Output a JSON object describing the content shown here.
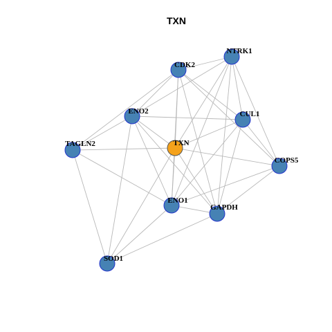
{
  "title": "TXN",
  "colors": {
    "hub_node": "#f5a21b",
    "node": "#4682b4",
    "node_border": "#2233cc",
    "edge": "#b8b8b8"
  },
  "nodes": [
    {
      "id": "TXN",
      "label": "TXN",
      "hub": true
    },
    {
      "id": "CDK2",
      "label": "CDK2"
    },
    {
      "id": "NTRK1",
      "label": "NTRK1"
    },
    {
      "id": "ENO2",
      "label": "ENO2"
    },
    {
      "id": "CUL1",
      "label": "CUL1"
    },
    {
      "id": "TAGLN2",
      "label": "TAGLN2"
    },
    {
      "id": "COPS5",
      "label": "COPS5"
    },
    {
      "id": "ENO1",
      "label": "ENO1"
    },
    {
      "id": "GAPDH",
      "label": "GAPDH"
    },
    {
      "id": "SOD1",
      "label": "SOD1"
    }
  ],
  "edges": [
    [
      "TXN",
      "CDK2"
    ],
    [
      "TXN",
      "NTRK1"
    ],
    [
      "TXN",
      "ENO2"
    ],
    [
      "TXN",
      "CUL1"
    ],
    [
      "TXN",
      "TAGLN2"
    ],
    [
      "TXN",
      "COPS5"
    ],
    [
      "TXN",
      "ENO1"
    ],
    [
      "TXN",
      "GAPDH"
    ],
    [
      "TXN",
      "SOD1"
    ],
    [
      "CDK2",
      "NTRK1"
    ],
    [
      "CDK2",
      "ENO2"
    ],
    [
      "CDK2",
      "CUL1"
    ],
    [
      "CDK2",
      "ENO1"
    ],
    [
      "CDK2",
      "GAPDH"
    ],
    [
      "CDK2",
      "TAGLN2"
    ],
    [
      "CDK2",
      "COPS5"
    ],
    [
      "NTRK1",
      "ENO2"
    ],
    [
      "NTRK1",
      "CUL1"
    ],
    [
      "NTRK1",
      "COPS5"
    ],
    [
      "NTRK1",
      "ENO1"
    ],
    [
      "NTRK1",
      "GAPDH"
    ],
    [
      "ENO2",
      "TAGLN2"
    ],
    [
      "ENO2",
      "CUL1"
    ],
    [
      "ENO2",
      "ENO1"
    ],
    [
      "ENO2",
      "GAPDH"
    ],
    [
      "ENO2",
      "SOD1"
    ],
    [
      "CUL1",
      "COPS5"
    ],
    [
      "CUL1",
      "ENO1"
    ],
    [
      "CUL1",
      "GAPDH"
    ],
    [
      "TAGLN2",
      "ENO1"
    ],
    [
      "TAGLN2",
      "SOD1"
    ],
    [
      "COPS5",
      "ENO1"
    ],
    [
      "COPS5",
      "GAPDH"
    ],
    [
      "ENO1",
      "GAPDH"
    ],
    [
      "ENO1",
      "SOD1"
    ],
    [
      "GAPDH",
      "SOD1"
    ]
  ]
}
